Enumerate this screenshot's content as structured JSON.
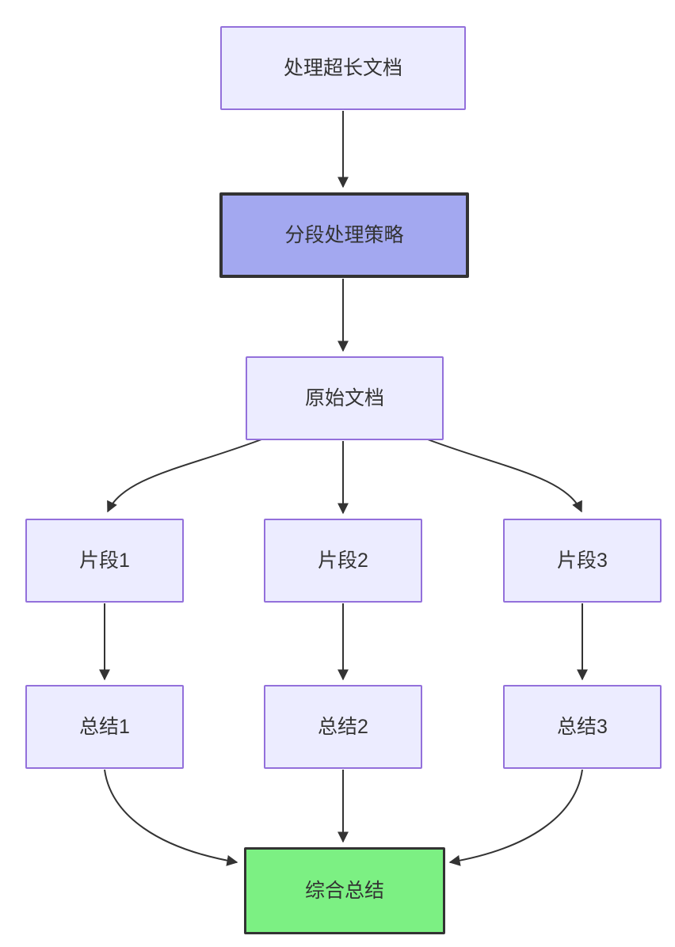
{
  "diagram": {
    "type": "flowchart",
    "direction": "top-down",
    "nodes": [
      {
        "id": "A",
        "label": "处理超长文档",
        "kind": "default"
      },
      {
        "id": "B",
        "label": "分段处理策略",
        "kind": "highlight"
      },
      {
        "id": "C",
        "label": "原始文档",
        "kind": "default"
      },
      {
        "id": "D1",
        "label": "片段1",
        "kind": "default"
      },
      {
        "id": "D2",
        "label": "片段2",
        "kind": "default"
      },
      {
        "id": "D3",
        "label": "片段3",
        "kind": "default"
      },
      {
        "id": "E1",
        "label": "总结1",
        "kind": "default"
      },
      {
        "id": "E2",
        "label": "总结2",
        "kind": "default"
      },
      {
        "id": "E3",
        "label": "总结3",
        "kind": "default"
      },
      {
        "id": "F",
        "label": "综合总结",
        "kind": "success"
      }
    ],
    "edges": [
      {
        "from": "A",
        "to": "B"
      },
      {
        "from": "B",
        "to": "C"
      },
      {
        "from": "C",
        "to": "D1"
      },
      {
        "from": "C",
        "to": "D2"
      },
      {
        "from": "C",
        "to": "D3"
      },
      {
        "from": "D1",
        "to": "E1"
      },
      {
        "from": "D2",
        "to": "E2"
      },
      {
        "from": "D3",
        "to": "E3"
      },
      {
        "from": "E1",
        "to": "F"
      },
      {
        "from": "E2",
        "to": "F"
      },
      {
        "from": "E3",
        "to": "F"
      }
    ],
    "colors": {
      "node_fill": "#ECECFF",
      "node_border": "#9370DB",
      "highlight_fill": "#A3A8F0",
      "highlight_border": "#333333",
      "success_fill": "#7CF083",
      "success_border": "#333333",
      "edge_color": "#333333",
      "text_color": "#333333",
      "background": "#FFFFFF"
    }
  }
}
